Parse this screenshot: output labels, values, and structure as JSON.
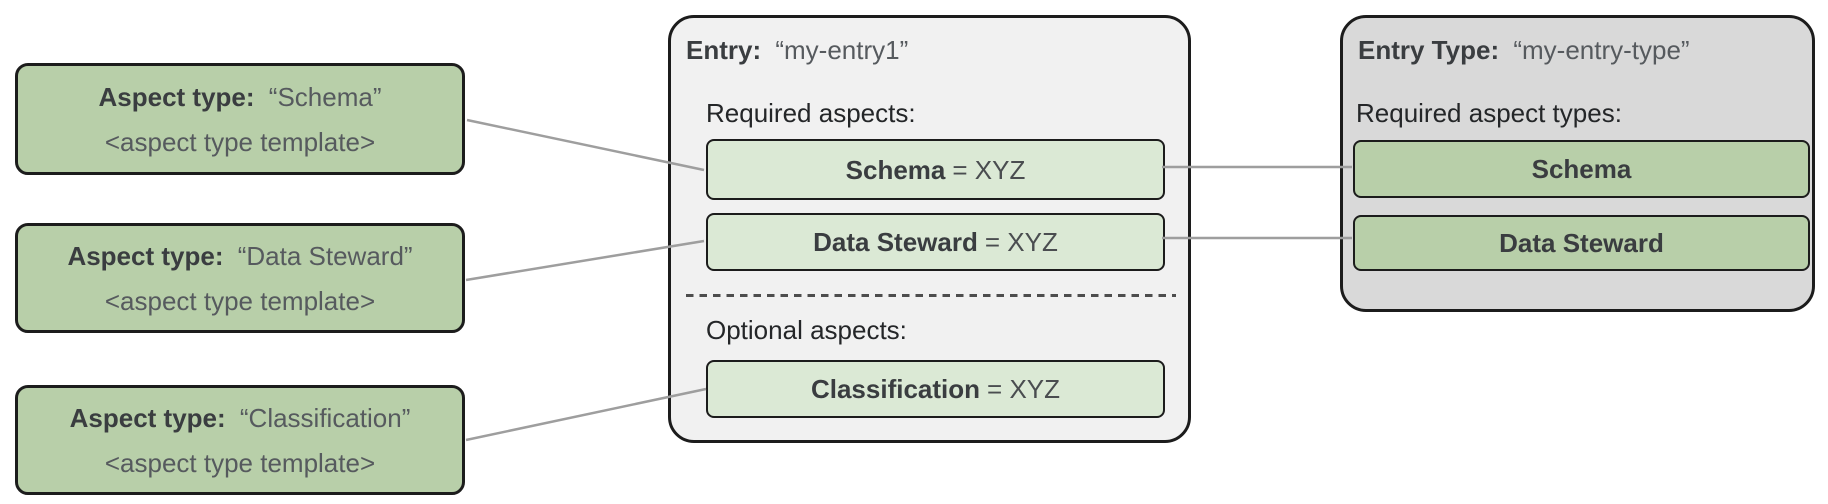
{
  "diagram": {
    "colors": {
      "aspect_card_green": "#b8cfa9",
      "chip_light_green": "#dbe9d5",
      "entry_card_bg": "#f1f1f1",
      "entry_type_card_bg": "#d9d9d9",
      "border": "#1c1c1c",
      "connector_line": "#9e9e9e",
      "dashed_divider": "#4d4d4d"
    },
    "aspect_types": [
      {
        "label": "Aspect type:",
        "name": "“Schema”",
        "template": "<aspect type template>"
      },
      {
        "label": "Aspect type:",
        "name": "“Data Steward”",
        "template": "<aspect type template>"
      },
      {
        "label": "Aspect type:",
        "name": "“Classification”",
        "template": "<aspect type template>"
      }
    ],
    "entry": {
      "title_label": "Entry:",
      "title_value": "“my-entry1”",
      "required_heading": "Required aspects:",
      "optional_heading": "Optional aspects:",
      "required_aspects": [
        {
          "name": "Schema",
          "value": "= XYZ"
        },
        {
          "name": "Data Steward",
          "value": "= XYZ"
        }
      ],
      "optional_aspects": [
        {
          "name": "Classification",
          "value": "= XYZ"
        }
      ]
    },
    "entry_type": {
      "title_label": "Entry Type:",
      "title_value": "“my-entry-type”",
      "required_heading": "Required aspect types:",
      "required_aspect_types": [
        {
          "name": "Schema"
        },
        {
          "name": "Data Steward"
        }
      ]
    }
  }
}
